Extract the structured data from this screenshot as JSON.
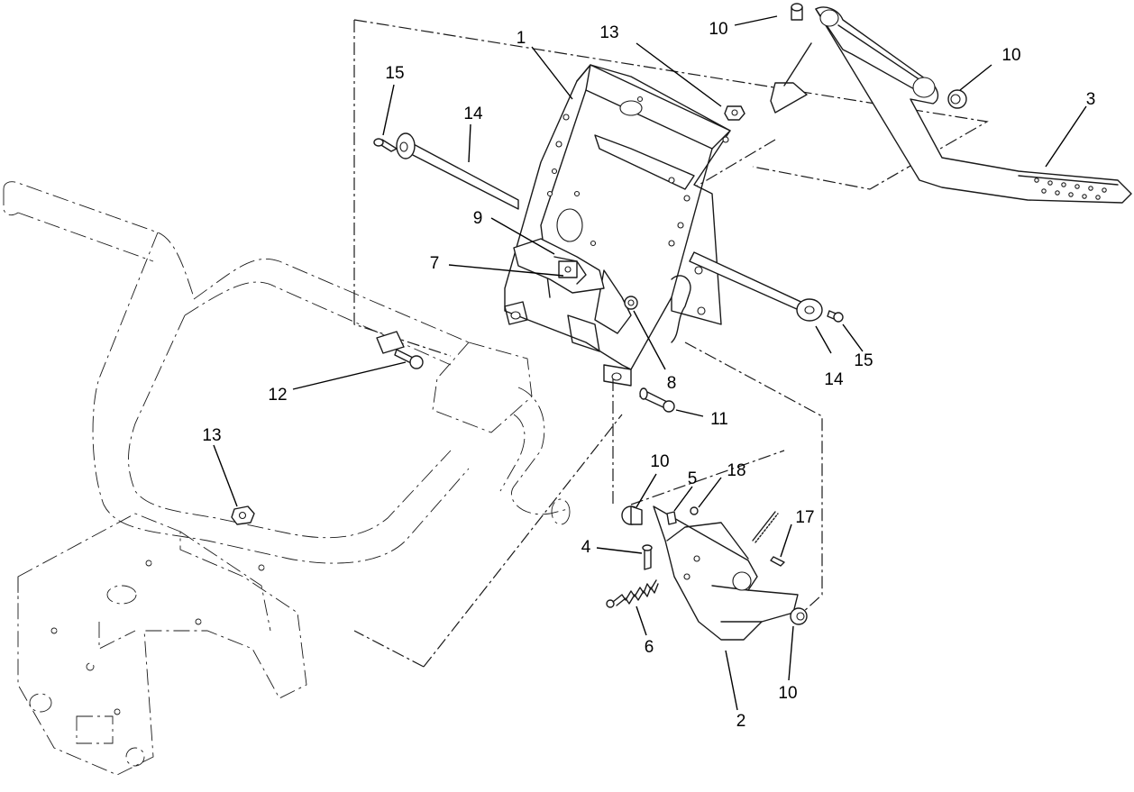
{
  "callouts": [
    {
      "label": "1"
    },
    {
      "label": "13"
    },
    {
      "label": "10"
    },
    {
      "label": "10"
    },
    {
      "label": "3"
    },
    {
      "label": "15"
    },
    {
      "label": "14"
    },
    {
      "label": "9"
    },
    {
      "label": "7"
    },
    {
      "label": "14"
    },
    {
      "label": "15"
    },
    {
      "label": "8"
    },
    {
      "label": "12"
    },
    {
      "label": "11"
    },
    {
      "label": "13"
    },
    {
      "label": "10"
    },
    {
      "label": "5"
    },
    {
      "label": "18"
    },
    {
      "label": "17"
    },
    {
      "label": "4"
    },
    {
      "label": "6"
    },
    {
      "label": "10"
    },
    {
      "label": "2"
    }
  ]
}
